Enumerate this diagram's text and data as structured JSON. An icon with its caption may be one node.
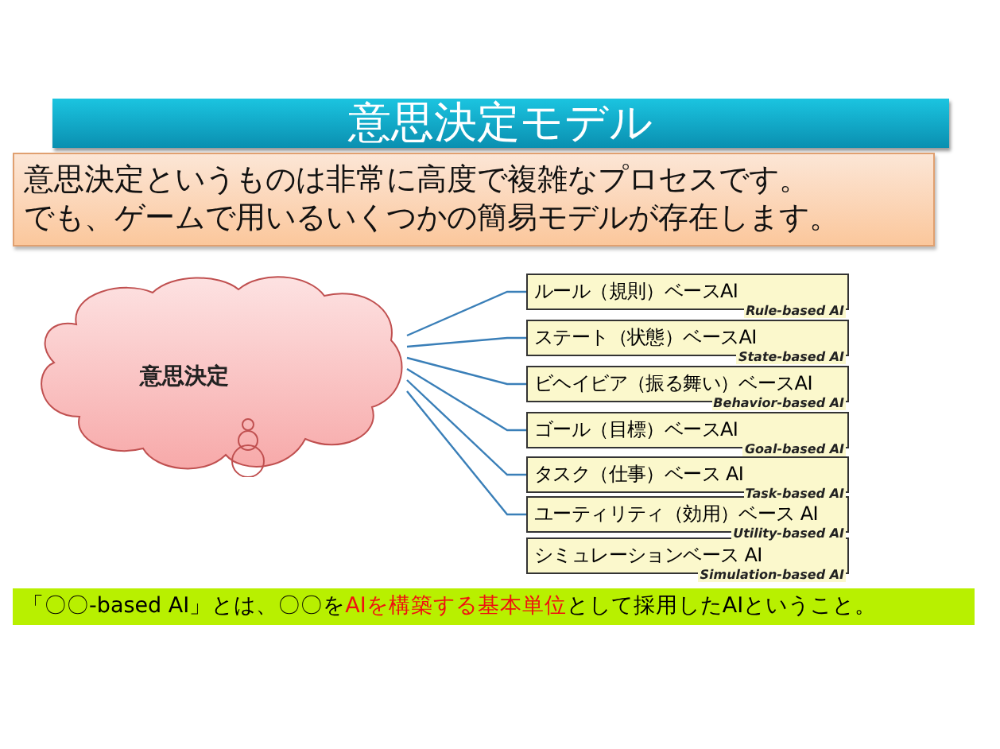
{
  "diagram": {
    "title": "意思決定モデル",
    "nodes": [
      {
        "text": [
          "意思決定というものは非常に高度で複雑なプロセスです。でも、ゲームで用いるいくつかの簡易モデルが存在します。"
        ]
      },
      {
        "text": [
          "意思決定"
        ]
      },
      {
        "text": [
          "ルール（規則）ベースAI",
          "Rule-based AI"
        ]
      },
      {
        "text": [
          "ステート（状態）ベースAI",
          "State-based AI"
        ]
      },
      {
        "text": [
          "ビヘイビア（振る舞い）ベースAI",
          "Behavior-based AI"
        ]
      },
      {
        "text": [
          "ゴール（目標）ベースAI",
          "Goal-based AI"
        ]
      },
      {
        "text": [
          "タスク（仕事）ベース AI",
          "Task-based AI"
        ]
      },
      {
        "text": [
          "ユーティリティ（効用）ベース AI",
          "Utility-based AI"
        ]
      },
      {
        "text": [
          "シミュレーションベース AI",
          "Simulation-based AI"
        ]
      },
      {
        "text": [
          "「〇〇-based AI」とは、〇〇を**AIを構築する基本単位**として採用したAIということ。"
        ]
      }
    ],
    "edges": [
      {
        "from": 1,
        "to": 2,
        "arrow": "none"
      },
      {
        "from": 1,
        "to": 3,
        "arrow": "none"
      },
      {
        "from": 1,
        "to": 4,
        "arrow": "none"
      },
      {
        "from": 1,
        "to": 5,
        "arrow": "none"
      },
      {
        "from": 1,
        "to": 6,
        "arrow": "none"
      },
      {
        "from": 1,
        "to": 7,
        "arrow": "none"
      }
    ]
  }
}
